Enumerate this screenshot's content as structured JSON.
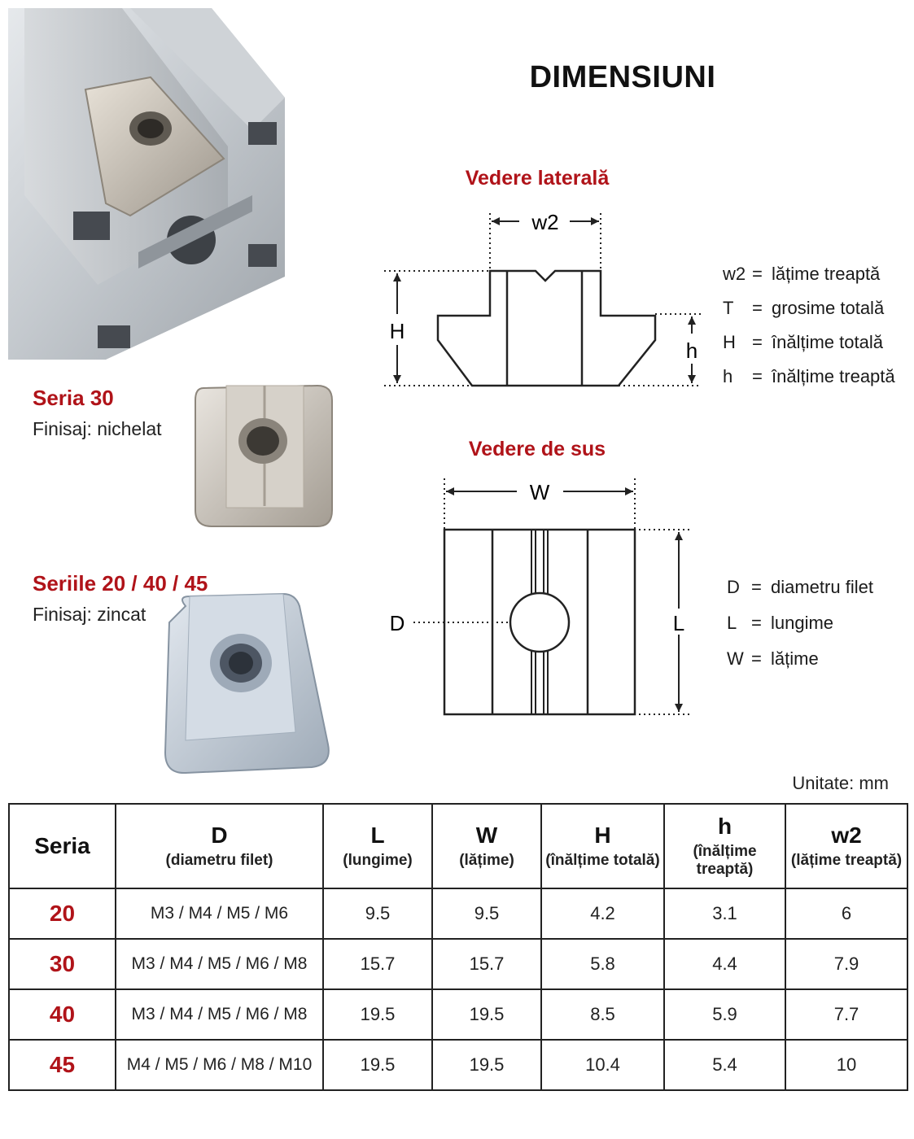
{
  "title": "DIMENSIUNI",
  "side_view": {
    "title": "Vedere laterală",
    "labels": {
      "w2": "w2",
      "H": "H",
      "h": "h"
    },
    "legend": [
      {
        "sym": "w2",
        "desc": "lățime treaptă"
      },
      {
        "sym": "T",
        "desc": "grosime totală"
      },
      {
        "sym": "H",
        "desc": "înălțime totală"
      },
      {
        "sym": "h",
        "desc": "înălțime treaptă"
      }
    ]
  },
  "top_view": {
    "title": "Vedere de sus",
    "labels": {
      "W": "W",
      "L": "L",
      "D": "D"
    },
    "legend": [
      {
        "sym": "D",
        "desc": "diametru filet"
      },
      {
        "sym": "L",
        "desc": "lungime"
      },
      {
        "sym": "W",
        "desc": "lățime"
      }
    ]
  },
  "products": [
    {
      "title": "Seria 30",
      "finish": "Finisaj: nichelat",
      "color": "#c9c5bf"
    },
    {
      "title": "Seriile 20 / 40 / 45",
      "finish": "Finisaj: zincat",
      "color": "#c8d3df"
    }
  ],
  "unit": "Unitate: mm",
  "table": {
    "headers": [
      {
        "sym": "Seria",
        "desc": ""
      },
      {
        "sym": "D",
        "desc": "(diametru filet)"
      },
      {
        "sym": "L",
        "desc": "(lungime)"
      },
      {
        "sym": "W",
        "desc": "(lățime)"
      },
      {
        "sym": "H",
        "desc": "(înălțime totală)"
      },
      {
        "sym": "h",
        "desc": "(înălțime treaptă)"
      },
      {
        "sym": "w2",
        "desc": "(lățime treaptă)"
      }
    ],
    "rows": [
      {
        "seria": "20",
        "D": "M3 / M4 / M5 / M6",
        "L": "9.5",
        "W": "9.5",
        "H": "4.2",
        "h": "3.1",
        "w2": "6"
      },
      {
        "seria": "30",
        "D": "M3 / M4 / M5 / M6 / M8",
        "L": "15.7",
        "W": "15.7",
        "H": "5.8",
        "h": "4.4",
        "w2": "7.9"
      },
      {
        "seria": "40",
        "D": "M3 / M4 / M5 / M6 / M8",
        "L": "19.5",
        "W": "19.5",
        "H": "8.5",
        "h": "5.9",
        "w2": "7.7"
      },
      {
        "seria": "45",
        "D": "M4 / M5 / M6 / M8 / M10",
        "L": "19.5",
        "W": "19.5",
        "H": "10.4",
        "h": "5.4",
        "w2": "10"
      }
    ]
  },
  "colors": {
    "accent_red": "#b01319",
    "text": "#111111",
    "aluminium": "#b9bec4"
  }
}
